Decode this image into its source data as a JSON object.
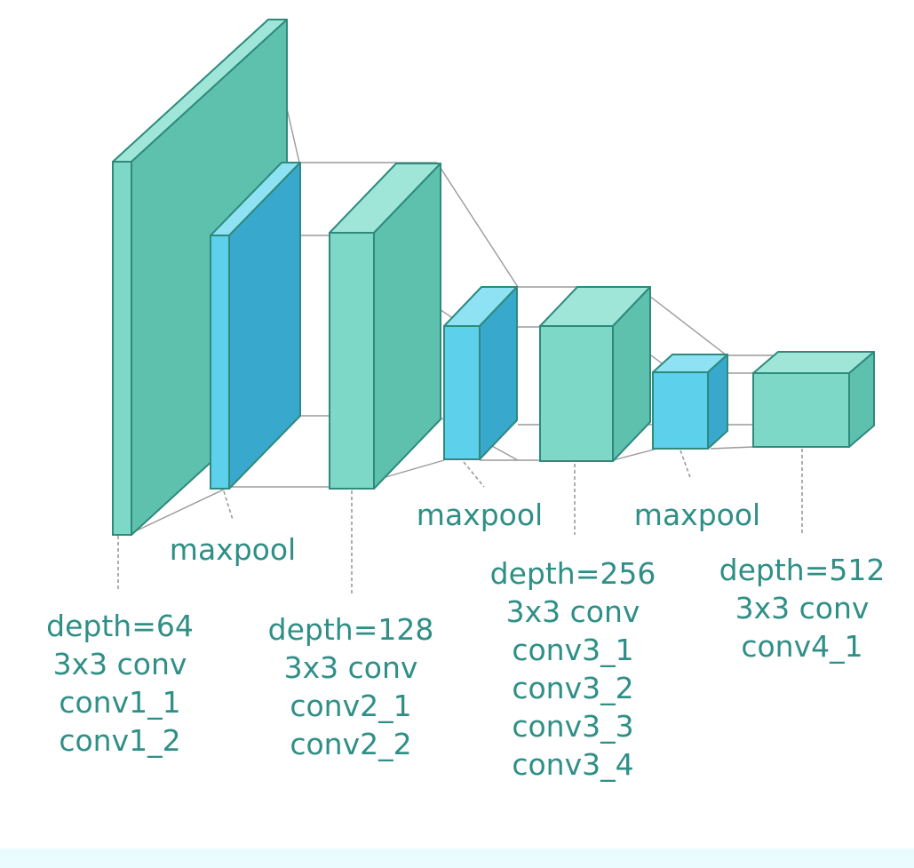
{
  "colors": {
    "teal_front": "#7ed8c8",
    "teal_top": "#9fe6d8",
    "teal_side": "#5ec1ae",
    "blue_front": "#5dd0ec",
    "blue_top": "#8fe2f4",
    "blue_side": "#38a8cc",
    "edge": "#2e8a7c",
    "text": "#2f8f86",
    "guide_line": "#9a9a9a"
  },
  "labels": {
    "block1": {
      "depth": "depth=64",
      "kernel": "3x3 conv",
      "layers": [
        "conv1_1",
        "conv1_2"
      ]
    },
    "pool1": "maxpool",
    "block2": {
      "depth": "depth=128",
      "kernel": "3x3 conv",
      "layers": [
        "conv2_1",
        "conv2_2"
      ]
    },
    "pool2": "maxpool",
    "block3": {
      "depth": "depth=256",
      "kernel": "3x3 conv",
      "layers": [
        "conv3_1",
        "conv3_2",
        "conv3_3",
        "conv3_4"
      ]
    },
    "pool3": "maxpool",
    "block4": {
      "depth": "depth=512",
      "kernel": "3x3 conv",
      "layers": [
        "conv4_1"
      ]
    }
  }
}
